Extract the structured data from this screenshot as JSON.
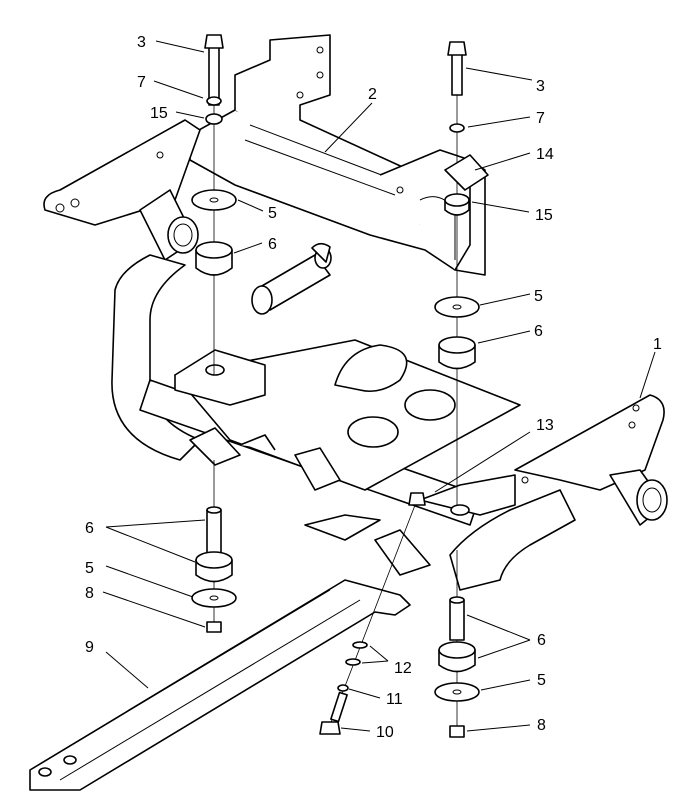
{
  "callouts": {
    "c1": "1",
    "c2": "2",
    "c3a": "3",
    "c3b": "3",
    "c5a": "5",
    "c5b": "5",
    "c5c": "5",
    "c5d": "5",
    "c6a": "6",
    "c6b": "6",
    "c6c": "6",
    "c6d": "6",
    "c7a": "7",
    "c7b": "7",
    "c8a": "8",
    "c8b": "8",
    "c9": "9",
    "c10": "10",
    "c11": "11",
    "c12": "12",
    "c13": "13",
    "c14": "14",
    "c15a": "15",
    "c15b": "15"
  }
}
